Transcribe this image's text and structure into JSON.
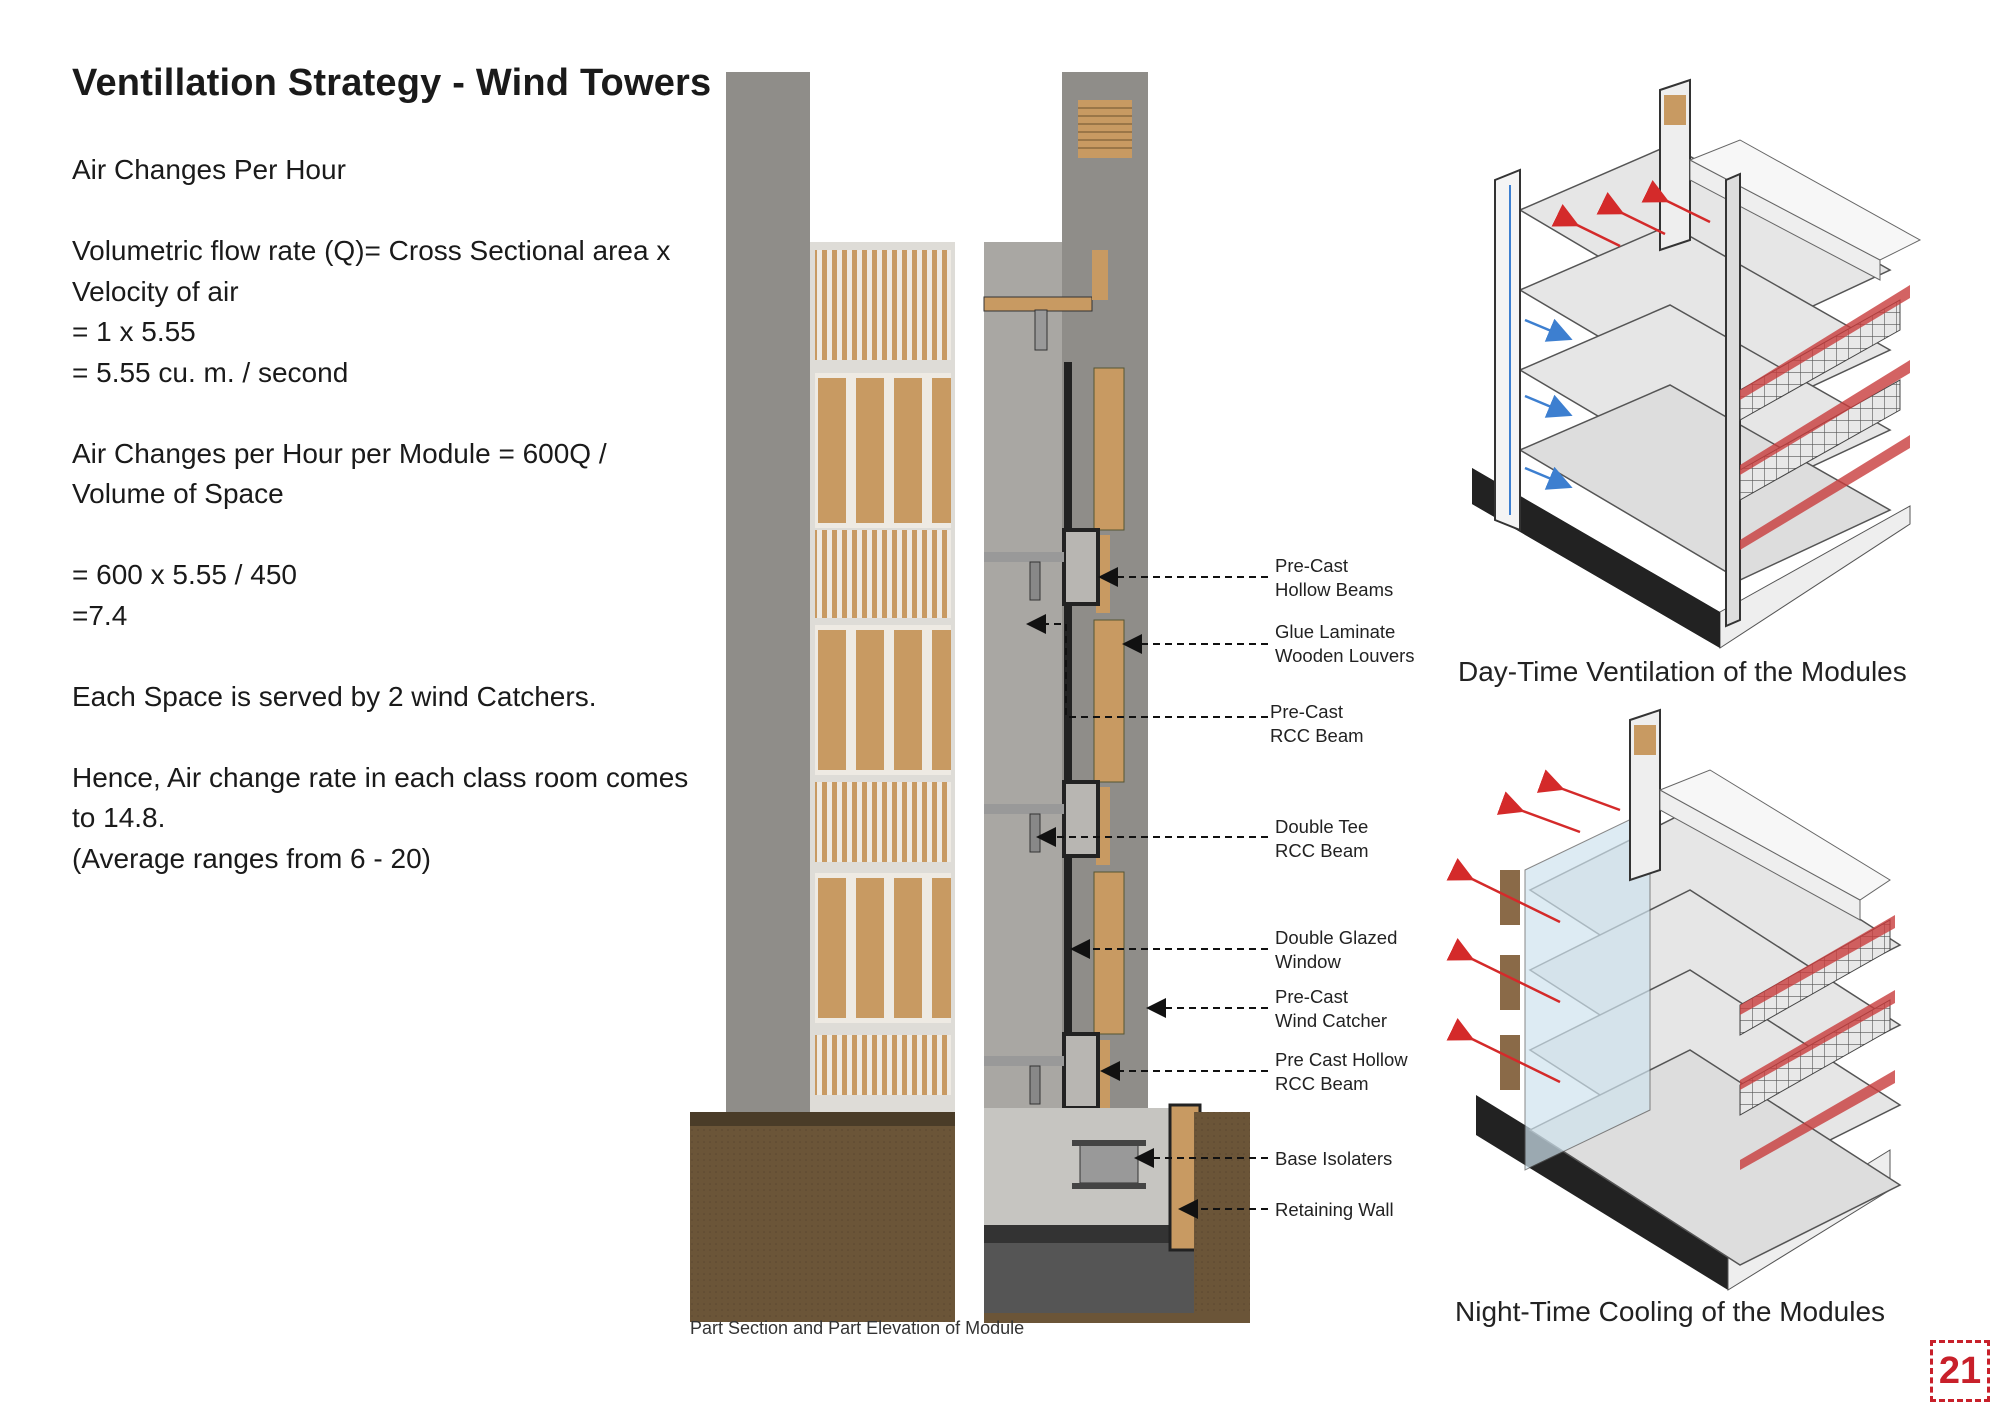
{
  "title": "Ventillation Strategy - Wind Towers",
  "calc_lines": [
    "Air Changes Per Hour",
    "",
    "Volumetric flow rate (Q)= Cross Sectional area x",
    "Velocity of air",
    "= 1 x 5.55",
    "= 5.55 cu. m. / second",
    "",
    "Air Changes per Hour per Module = 600Q /",
    "Volume of Space",
    "",
    "= 600 x 5.55 / 450",
    "=7.4",
    "",
    "Each Space is served by 2 wind Catchers.",
    "",
    "Hence, Air change rate in each class room comes",
    "to 14.8.",
    "(Average ranges from 6 - 20)"
  ],
  "section_labels": [
    {
      "lines": [
        "Pre-Cast",
        "Hollow Beams"
      ]
    },
    {
      "lines": [
        "Glue Laminate",
        "Wooden Louvers"
      ]
    },
    {
      "lines": [
        "Pre-Cast",
        "RCC Beam"
      ]
    },
    {
      "lines": [
        "Double Tee",
        "RCC Beam"
      ]
    },
    {
      "lines": [
        "Double Glazed",
        "Window"
      ]
    },
    {
      "lines": [
        "Pre-Cast",
        "Wind Catcher"
      ]
    },
    {
      "lines": [
        "Pre Cast Hollow",
        "RCC Beam"
      ]
    },
    {
      "lines": [
        "Base Isolaters"
      ]
    },
    {
      "lines": [
        "Retaining Wall"
      ]
    }
  ],
  "section_caption": "Part Section and Part Elevation of Module",
  "day_caption": "Day-Time Ventilation of the Modules",
  "night_caption": "Night-Time Cooling of the Modules",
  "page_number": "21",
  "colors": {
    "concrete": "#8c8a86",
    "concrete_light": "#c9c8c4",
    "wood": "#c89a62",
    "soil": "#6b5538",
    "arrow_red": "#d42a2a",
    "arrow_blue": "#3d7fd0",
    "page_num_red": "#c8202a"
  }
}
